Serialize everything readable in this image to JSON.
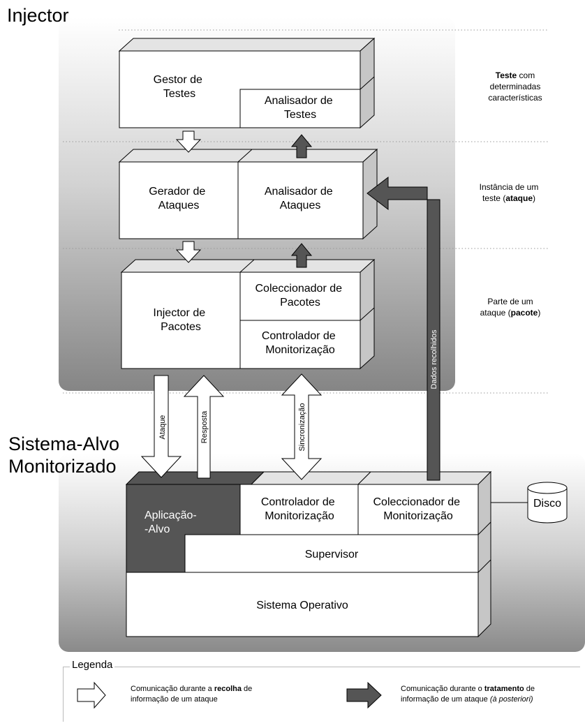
{
  "section_titles": {
    "injector": "Injector",
    "target_line1": "Sistema-Alvo",
    "target_line2": "Monitorizado"
  },
  "injector_blocks": {
    "gestor_testes": [
      "Gestor de",
      "Testes"
    ],
    "analisador_testes": [
      "Analisador de",
      "Testes"
    ],
    "gerador_ataques": [
      "Gerador de",
      "Ataques"
    ],
    "analisador_ataques": [
      "Analisador de",
      "Ataques"
    ],
    "injector_pacotes": [
      "Injector de",
      "Pacotes"
    ],
    "coleccionador_pacotes": [
      "Coleccionador de",
      "Pacotes"
    ],
    "controlador_monitorizacao": [
      "Controlador de",
      "Monitorização"
    ]
  },
  "target_blocks": {
    "aplicacao_alvo": [
      "Aplicação-",
      "-Alvo"
    ],
    "controlador_monitorizacao": [
      "Controlador de",
      "Monitorização"
    ],
    "coleccionador_monitorizacao": [
      "Coleccionador de",
      "Monitorização"
    ],
    "supervisor": "Supervisor",
    "sistema_operativo": "Sistema Operativo",
    "disco": "Disco"
  },
  "arrow_labels": {
    "ataque": "Ataque",
    "resposta": "Resposta",
    "sincronizacao": "Sincronização",
    "dados_recolhidos": "Dados recolhidos"
  },
  "side_notes": {
    "teste": {
      "bold": "Teste",
      "rest1": " com",
      "line2": "determinadas",
      "line3": "características"
    },
    "instancia": {
      "line1": "Instância de um",
      "pre": "teste (",
      "bold": "ataque",
      "post": ")"
    },
    "parte": {
      "line1": "Parte de um",
      "pre": "ataque (",
      "bold": "pacote",
      "post": ")"
    }
  },
  "legend": {
    "title": "Legenda",
    "white_arrow": {
      "pre": "Comunicação durante a ",
      "bold": "recolha",
      "post": " de",
      "line2": "informação de um ataque"
    },
    "dark_arrow": {
      "pre": "Comunicação durante o ",
      "bold": "tratamento",
      "post": " de",
      "line2_pre": "informação de um ataque ",
      "line2_italic": "(à posteriori)"
    }
  },
  "colors": {
    "dark_fill": "#555555",
    "white": "#ffffff",
    "top_face": "#e4e4e4",
    "side_face": "#c6c6c6"
  }
}
